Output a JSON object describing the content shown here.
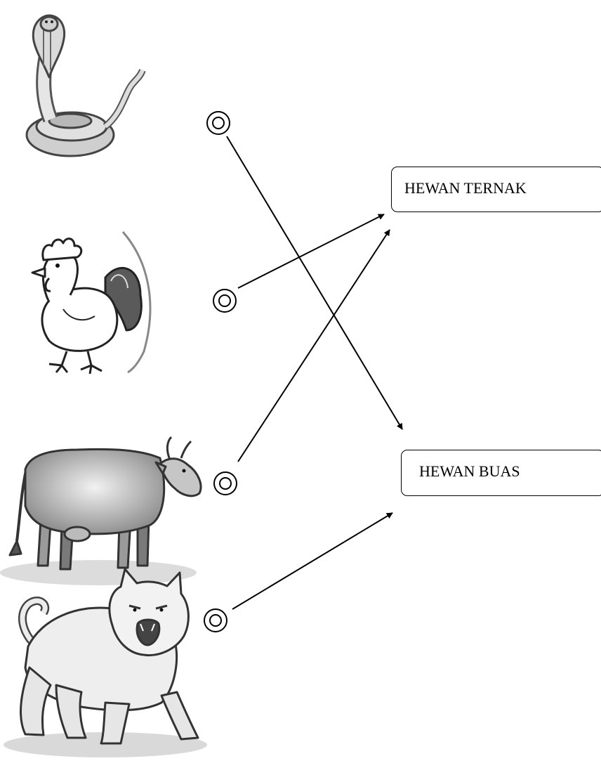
{
  "categories": [
    {
      "id": "ternak",
      "label": "HEWAN TERNAK"
    },
    {
      "id": "buas",
      "label": "HEWAN BUAS"
    }
  ],
  "animals": [
    {
      "id": "snake",
      "icon": "snake-icon",
      "answer": "buas"
    },
    {
      "id": "rooster",
      "icon": "rooster-icon",
      "answer": "ternak"
    },
    {
      "id": "cow",
      "icon": "cow-icon",
      "answer": "ternak"
    },
    {
      "id": "tiger",
      "icon": "tiger-icon",
      "answer": "buas"
    }
  ],
  "colors": {
    "line": "#000000",
    "drawing_stroke": "#4a4a4a",
    "drawing_fill": "#d9d9d9",
    "drawing_dark": "#5e5e5e"
  }
}
